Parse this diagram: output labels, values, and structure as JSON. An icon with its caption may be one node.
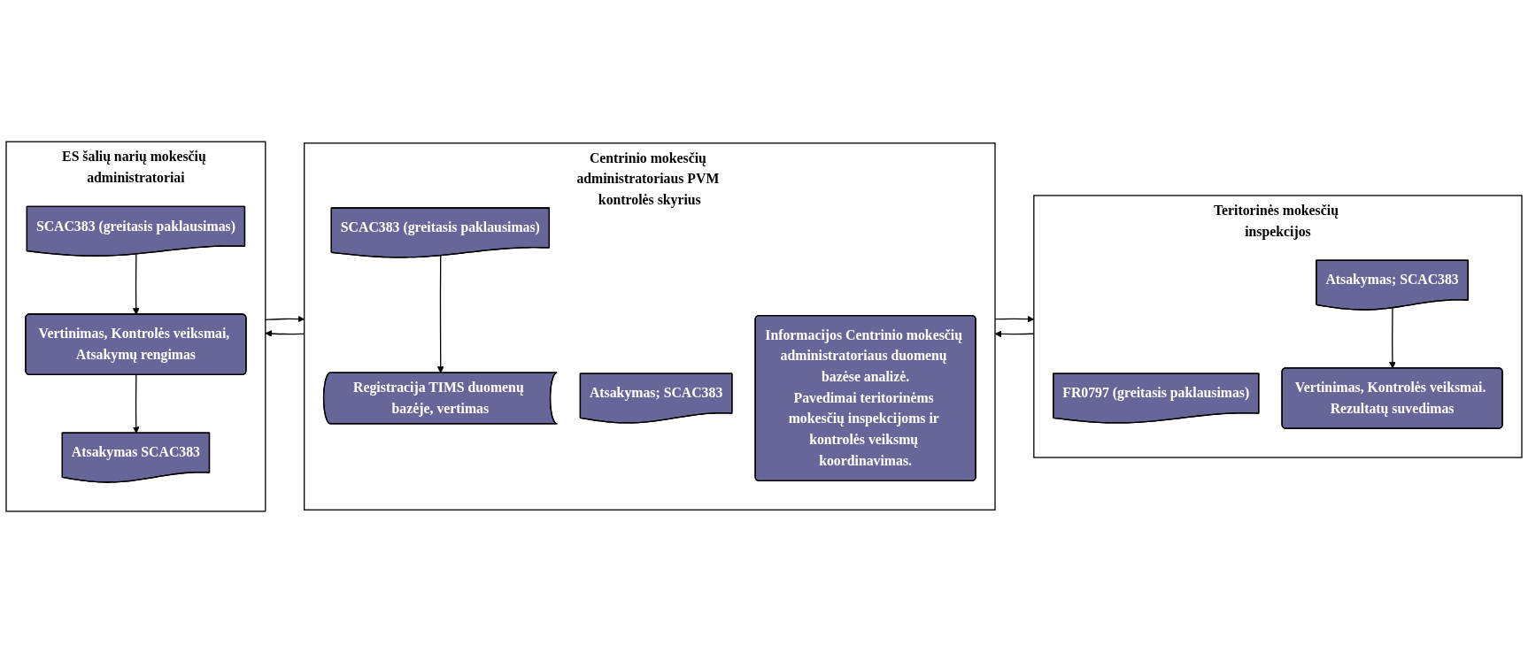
{
  "diagram": {
    "nodes": [
      {
        "text": [
          "Teritorinės mokesčių inspekcijos"
        ]
      },
      {
        "text": [
          "FR0797 (greitasis paklausimas)"
        ],
        "in": 0
      },
      {
        "text": [
          "Atsakymas; SCAC383"
        ],
        "in": 0
      },
      {
        "text": [
          "Vertinimas, Kontrolės veiksmai. Rezultatų suvedimas"
        ],
        "in": 0
      },
      {
        "text": [
          "Centrinio mokesčių administratoriaus PVM kontrolės skyrius"
        ]
      },
      {
        "text": [
          "SCAC383 (greitasis paklausimas)"
        ],
        "in": 4
      },
      {
        "text": [
          "Atsakymas; SCAC383"
        ],
        "in": 4
      },
      {
        "text": [
          "Registracija TIMS duomenų bazėje, vertimas"
        ],
        "in": 4
      },
      {
        "text": [
          "Informacijos Centrinio mokesčių administratoriaus duomenų bazėse analizė.",
          "Pavedimai teritorinėms mokesčių inspekcijoms ir kontrolės veiksmų koordinavimas."
        ],
        "in": 4
      },
      {
        "text": [
          "ES šalių narių mokesčių administratoriai"
        ]
      },
      {
        "text": [
          "SCAC383 (greitasis paklausimas)"
        ],
        "in": 9
      },
      {
        "text": [
          "Vertinimas, Kontrolės veiksmai, Atsakymų rengimas"
        ],
        "in": 9
      },
      {
        "text": [
          "Atsakymas SCAC383"
        ],
        "in": 9
      }
    ],
    "edges": [
      {
        "from": 2,
        "to": 3,
        "arrow": "to"
      },
      {
        "from": 0,
        "to": 4,
        "arrow": "to"
      },
      {
        "from": 4,
        "to": 0,
        "arrow": "to"
      },
      {
        "from": 5,
        "to": 7,
        "arrow": "to"
      },
      {
        "from": 4,
        "to": 9,
        "arrow": "to"
      },
      {
        "from": 9,
        "to": 4,
        "arrow": "to"
      },
      {
        "from": 10,
        "to": 11,
        "arrow": "to"
      },
      {
        "from": 11,
        "to": 12,
        "arrow": "to"
      }
    ]
  }
}
